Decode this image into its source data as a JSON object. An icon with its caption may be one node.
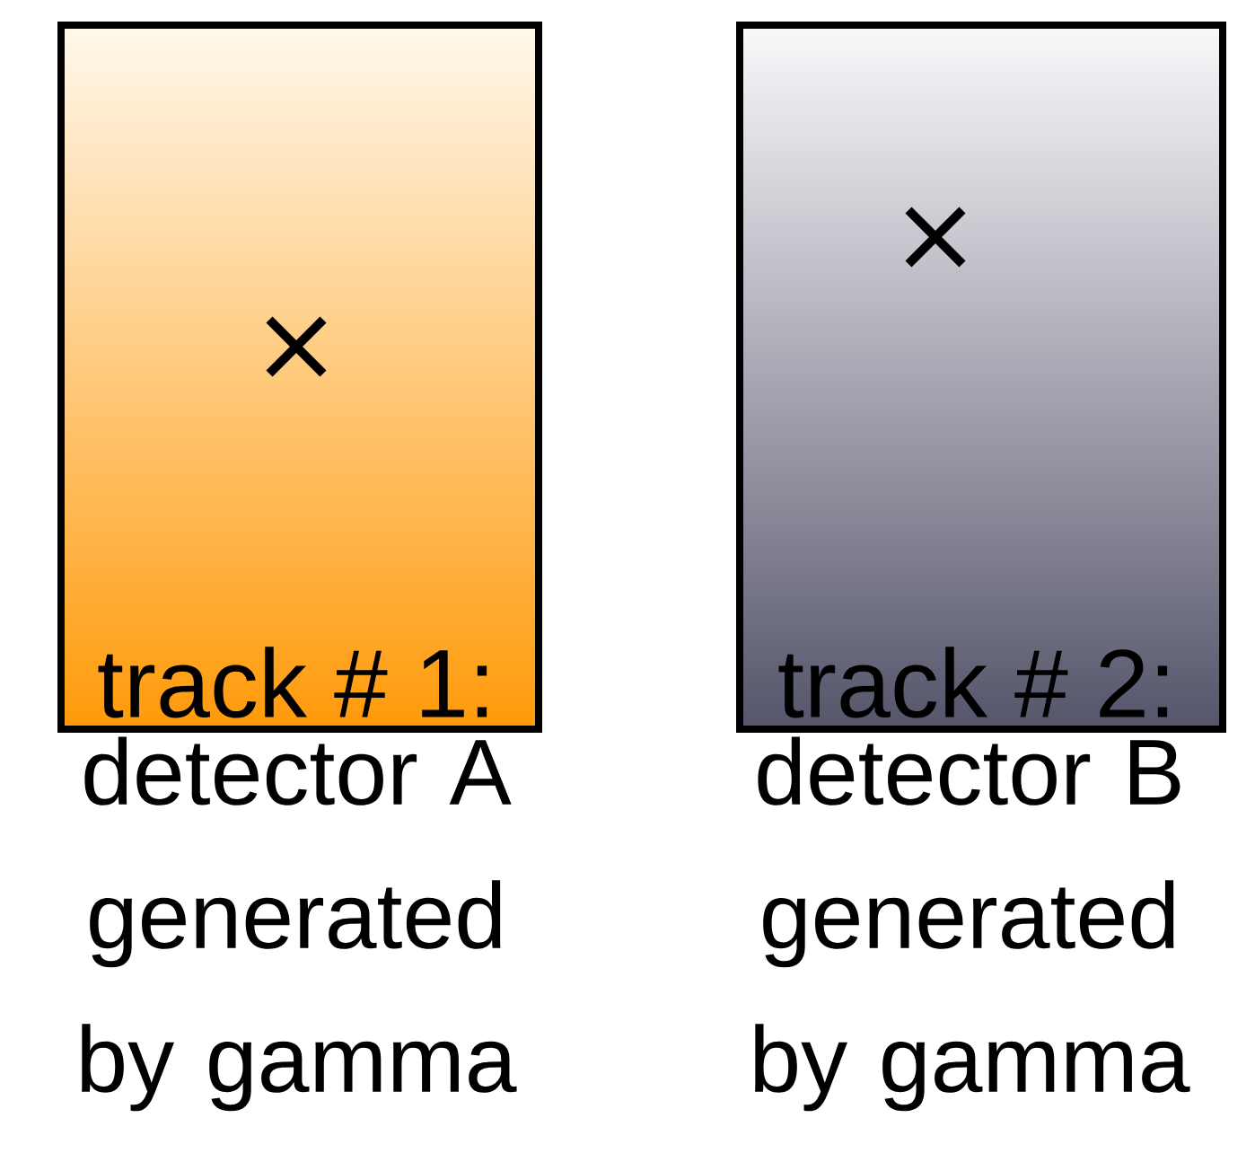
{
  "diagram": {
    "nodes": [
      {
        "text": [
          "track # 1:"
        ],
        "beside": [
          "detector A generated by gamma"
        ]
      },
      {
        "text": [
          "track # 2:"
        ],
        "beside": [
          "detector B generated by gamma"
        ]
      }
    ]
  }
}
